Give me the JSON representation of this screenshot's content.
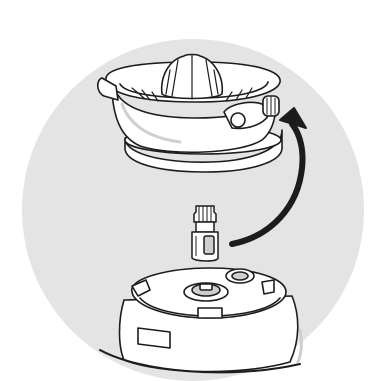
{
  "figure": {
    "kind": "assembly-illustration",
    "colors": {
      "background": "#ffffff",
      "circle_fill": "#e4e4e4",
      "part_fill": "#ffffff",
      "outline": "#1c1c1c",
      "shading": "#cfcfcf",
      "arrow": "#1c1c1c"
    },
    "parts": [
      {
        "name": "citrus-press-attachment",
        "icon": "juicer-cone-assembly"
      },
      {
        "name": "drive-shaft-adapter",
        "icon": "drive-coupling"
      },
      {
        "name": "motor-base",
        "icon": "appliance-base-top"
      }
    ],
    "arrow": {
      "meaning": "lift-and-attach",
      "direction": "upward-curve"
    }
  }
}
